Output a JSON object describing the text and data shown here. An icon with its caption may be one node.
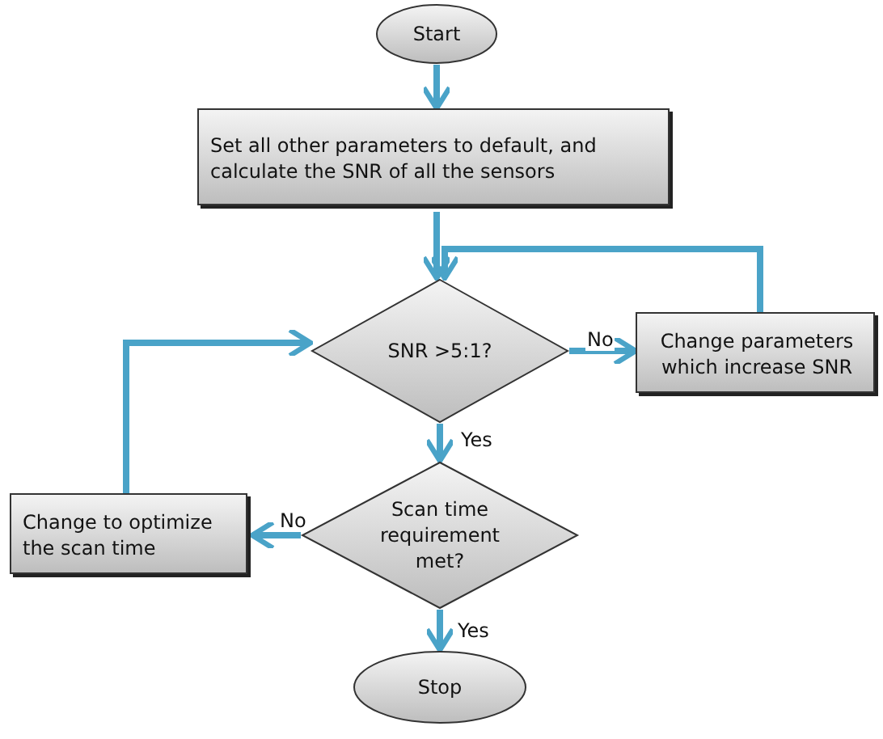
{
  "diagram": {
    "nodes": [
      {
        "text": [
          "Start"
        ]
      },
      {
        "text": [
          "Set all other parameters to default, and calculate the SNR of all the sensors"
        ]
      },
      {
        "text": [
          "SNR >5:1?"
        ]
      },
      {
        "text": [
          "Change parameters which increase SNR"
        ]
      },
      {
        "text": [
          "Scan time requirement met?"
        ]
      },
      {
        "text": [
          "Change to optimize the scan time"
        ]
      },
      {
        "text": [
          "Stop"
        ]
      }
    ],
    "edges": [
      {
        "from": 0,
        "to": 1,
        "arrow": "to"
      },
      {
        "from": 1,
        "to": 2,
        "arrow": "to"
      },
      {
        "from": 2,
        "to": 3,
        "arrow": "to",
        "label": "No"
      },
      {
        "from": 3,
        "to": 2,
        "arrow": "to"
      },
      {
        "from": 2,
        "to": 4,
        "arrow": "to",
        "label": "Yes"
      },
      {
        "from": 4,
        "to": 5,
        "arrow": "to",
        "label": "No"
      },
      {
        "from": 5,
        "to": 2,
        "arrow": "to"
      },
      {
        "from": 4,
        "to": 6,
        "arrow": "to",
        "label": "Yes"
      }
    ]
  }
}
